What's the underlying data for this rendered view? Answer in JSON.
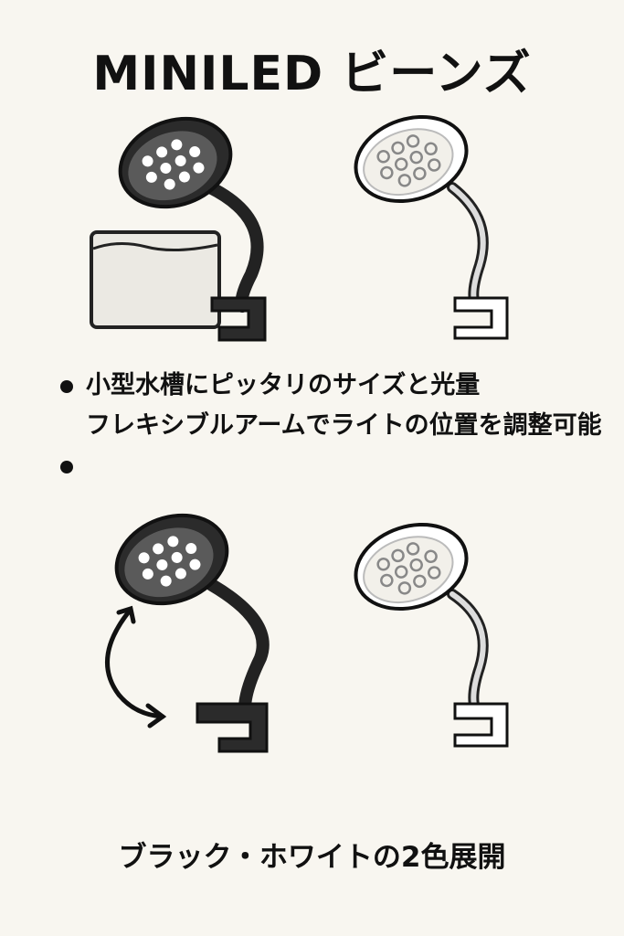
{
  "title": "MINILED ビーンズ",
  "features": [
    "小型水槽にピッタリのサイズと光量",
    "フレキシブルアームでライトの位置を調整可能"
  ],
  "footer": "ブラック・ホワイトの2色展開",
  "colors": {
    "background": "#f8f6f0",
    "black_lamp": "#2a2a2a",
    "white_lamp": "#ffffff"
  },
  "icons": [
    "black-lamp-with-tank",
    "white-lamp",
    "black-lamp-adjust-arrow",
    "white-lamp"
  ]
}
